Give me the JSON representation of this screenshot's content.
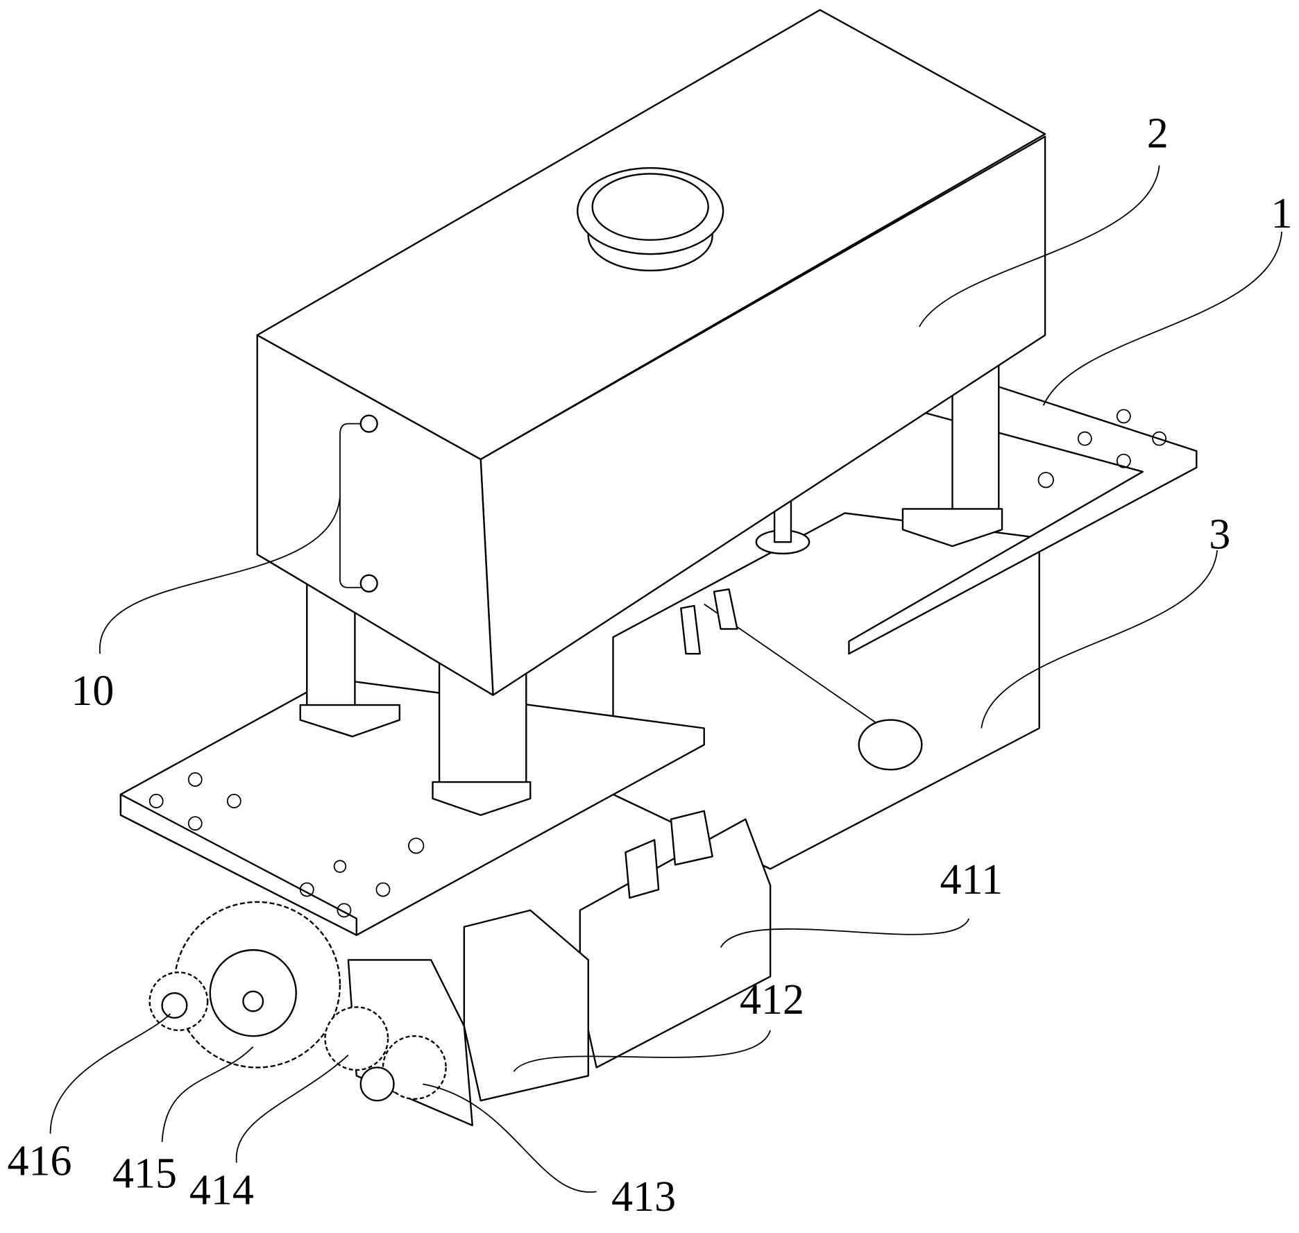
{
  "figure": {
    "labels": [
      {
        "id": "tank",
        "text": "2"
      },
      {
        "id": "base-plate",
        "text": "1"
      },
      {
        "id": "frame",
        "text": "3"
      },
      {
        "id": "pipe",
        "text": "10"
      },
      {
        "id": "motor",
        "text": "411"
      },
      {
        "id": "reducer",
        "text": "412"
      },
      {
        "id": "gear-413",
        "text": "413"
      },
      {
        "id": "gear-414",
        "text": "414"
      },
      {
        "id": "gear-415",
        "text": "415"
      },
      {
        "id": "gear-416",
        "text": "416"
      }
    ]
  }
}
